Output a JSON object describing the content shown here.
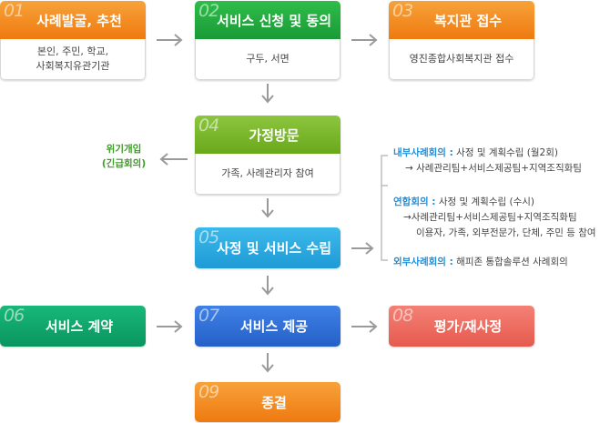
{
  "colors": {
    "orange": "#f0820f",
    "green_dark": "#1fa33a",
    "green_light": "#7ab61e",
    "teal": "#0ea86a",
    "sky": "#2aa7df",
    "blue": "#2f6fd6",
    "coral": "#ee6b5f",
    "blue_text": "#1f8ed8",
    "green_text": "#3a9d23"
  },
  "steps": [
    {
      "num": "01",
      "title": "사례발굴, 추천",
      "desc_lines": [
        "본인, 주민, 학교,",
        "사회복지유관기관"
      ]
    },
    {
      "num": "02",
      "title": "서비스 신청 및 동의",
      "desc_lines": [
        "구두, 서면"
      ]
    },
    {
      "num": "03",
      "title": "복지관 접수",
      "desc_lines": [
        "영진종합사회복지관 접수"
      ]
    },
    {
      "num": "04",
      "title": "가정방문",
      "desc_lines": [
        "가족, 사례관리자 참여"
      ]
    },
    {
      "num": "05",
      "title": "사정 및 서비스 수립"
    },
    {
      "num": "06",
      "title": "서비스 계약"
    },
    {
      "num": "07",
      "title": "서비스 제공"
    },
    {
      "num": "08",
      "title": "평가/재사정"
    },
    {
      "num": "09",
      "title": "종결"
    }
  ],
  "emergency": {
    "line1": "위기개입",
    "line2": "(긴급회의)"
  },
  "meetings": {
    "internal": {
      "label": "내부사례회의 :",
      "text": " 사정 및 계획수립 (월2회)",
      "detail": "→ 사례관리팀+서비스제공팀+지역조직화팀"
    },
    "joint": {
      "label": "연합회의 :",
      "text": " 사정 및 계획수립 (수시)",
      "detail1": "→사례관리팀+서비스제공팀+지역조직화팀",
      "detail2": "이용자, 가족, 외부전문가, 단체, 주민 등 참여"
    },
    "external": {
      "label": "외부사례회의 :",
      "text": " 해피존 통합솔루션 사례회의"
    }
  }
}
